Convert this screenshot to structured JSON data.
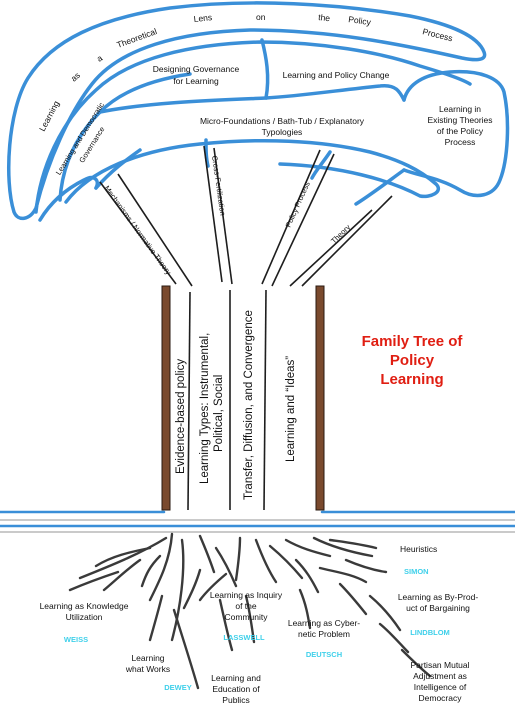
{
  "title": {
    "line1": "Family Tree of",
    "line2": "Policy",
    "line3": "Learning"
  },
  "crown": {
    "arc_words": [
      "Learning",
      "as",
      "a",
      "Theoretical",
      "Lens",
      "on",
      "the",
      "Policy",
      "Process"
    ],
    "designing": [
      "Designing Governance",
      "for Learning"
    ],
    "policy_change": "Learning and Policy Change",
    "existing": [
      "Learning in",
      "Existing Theories",
      "of the Policy",
      "Process"
    ],
    "democratic": [
      "Learning and Democratic",
      "Governance"
    ],
    "micro": [
      "Micro-Foundations / Bath-Tub / Explanatory",
      "Typologies"
    ]
  },
  "branches": {
    "mechanisms": "Mechanisms / Normative Theory",
    "cross": "Cross-Fertilization",
    "policy_process": "Policy Process",
    "theory": "Theory"
  },
  "trunk": {
    "evidence": "Evidence-based policy",
    "types": [
      "Learning Types: Instrumental,",
      "Political, Social"
    ],
    "transfer": "Transfer, Diffusion, and Convergence",
    "ideas": "Learning and “Ideas”"
  },
  "roots": {
    "heuristics": "Heuristics",
    "simon": "SIMON",
    "knowledge": [
      "Learning as Knowledge",
      "Utilization"
    ],
    "weiss": "WEISS",
    "inquiry": [
      "Learning as Inquiry",
      "of the",
      "Community"
    ],
    "lasswell": "LASSWELL",
    "byproduct": [
      "Learning as By-Prod-",
      "uct of Bargaining"
    ],
    "lindblom": "LINDBLOM",
    "cybernetic": [
      "Learning as Cyber-",
      "netic Problem"
    ],
    "deutsch": "DEUTSCH",
    "works": [
      "Learning",
      "what Works"
    ],
    "dewey": "DEWEY",
    "education": [
      "Learning and",
      "Education of",
      "Publics"
    ],
    "partisan": [
      "Partisan Mutual",
      "Adjustment as",
      "Intelligence of",
      "Democracy"
    ]
  },
  "colors": {
    "title": "#e01e12",
    "crown_lines": "#3a8fd8",
    "names": "#3fd0ea",
    "trunk_bark": "#7a4a2e"
  }
}
